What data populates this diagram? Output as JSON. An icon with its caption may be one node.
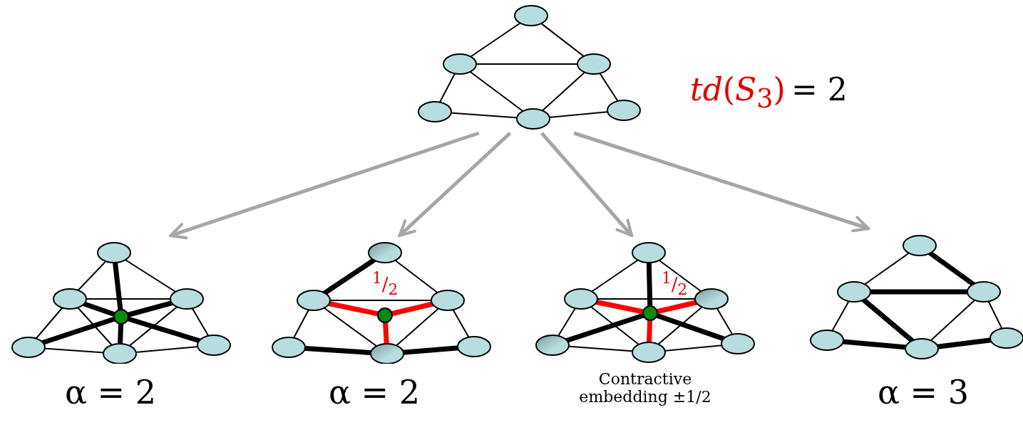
{
  "diagram": {
    "nodes": [
      {
        "text": [],
        "shape": "picture"
      },
      {
        "text": [],
        "shape": "picture",
        "beside": [
          "α = 2"
        ]
      },
      {
        "text": [],
        "shape": "picture",
        "beside": [
          "α = 2"
        ]
      },
      {
        "text": [],
        "shape": "picture",
        "beside": [
          "Contractive embedding ±1/2"
        ]
      },
      {
        "text": [],
        "shape": "picture",
        "beside": [
          "α = 3"
        ]
      }
    ],
    "edges": [
      {
        "from": 0,
        "to": 1,
        "arrow": "to"
      },
      {
        "from": 0,
        "to": 2,
        "arrow": "to"
      },
      {
        "from": 0,
        "to": 3,
        "arrow": "to"
      },
      {
        "from": 0,
        "to": 4,
        "arrow": "to"
      }
    ],
    "labels": [
      "*td*(*S*$_{3}$)",
      "= 2",
      "$^{1}$/$_{2}$",
      "$^{1}$/$_{2}$"
    ]
  }
}
